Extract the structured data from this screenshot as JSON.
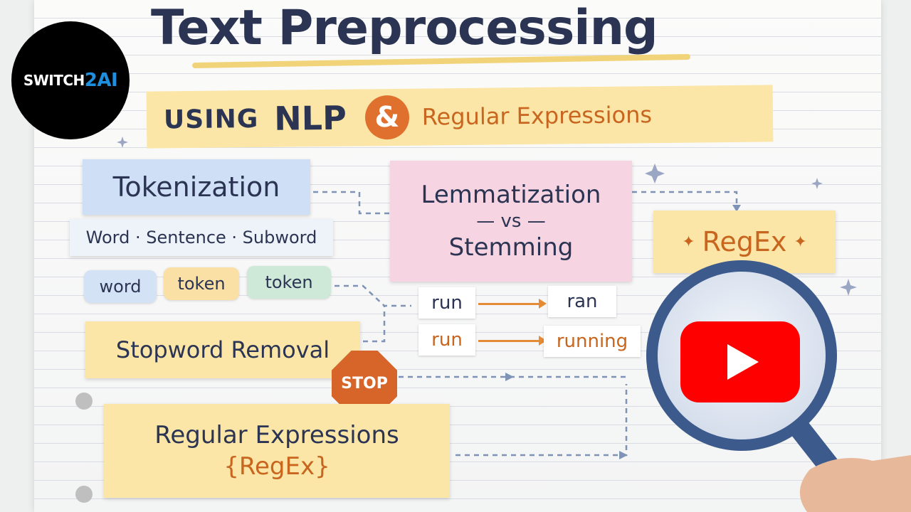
{
  "logo": {
    "part1": "SWITCH",
    "part2": "2AI"
  },
  "title": "Text Preprocessing",
  "subtitle": {
    "using": "USING",
    "nlp": "NLP",
    "amp": "&",
    "regex": "Regular Expressions"
  },
  "tokenization": {
    "label": "Tokenization",
    "types": "Word · Sentence · Subword",
    "chips": [
      "word",
      "token",
      "token"
    ]
  },
  "lemmatization": {
    "line1": "Lemmatization",
    "vs": "vs",
    "line2": "Stemming"
  },
  "examples": [
    {
      "from": "run",
      "to": "ran"
    },
    {
      "from": "run",
      "to": "running"
    }
  ],
  "regex_card": "RegEx",
  "stopword": {
    "label": "Stopword Removal",
    "sign": "STOP"
  },
  "regular_expressions": {
    "line1": "Regular Expressions",
    "line2": "{RegEx}"
  },
  "colors": {
    "accent_orange": "#e0702d",
    "navy_text": "#2b3452",
    "youtube_red": "#ff0000",
    "magnifier_blue": "#3d5a8c"
  },
  "icons": {
    "play": "youtube-play-icon",
    "magnifier": "magnifying-glass-icon"
  }
}
